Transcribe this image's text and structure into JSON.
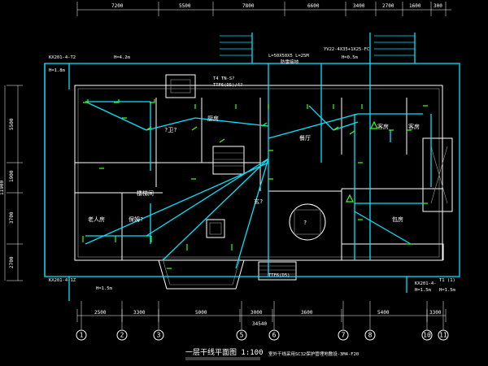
{
  "top_dimensions": [
    "7200",
    "5500",
    "7800",
    "6600",
    "3400",
    "2700",
    "1600",
    "300"
  ],
  "bottom_dimensions": [
    "2500",
    "3300",
    "5000",
    "3000",
    "3600",
    "5400",
    "3300"
  ],
  "bottom_total": "34540",
  "left_dimensions": [
    "5500",
    "1900",
    "3700",
    "2700"
  ],
  "left_total": "11900",
  "grid_axes": [
    "1",
    "2",
    "3",
    "5",
    "6",
    "7",
    "8",
    "10",
    "11"
  ],
  "rooms": {
    "hall_top": "厨房",
    "living": "餐厅",
    "guest1": "客房",
    "guest2": "客房",
    "elder": "老人房",
    "nanny": "保姆?",
    "wc": "?卫?",
    "entry": "玄?",
    "guestroom_right": "包房",
    "center_unknown": "?",
    "stair_label": "楼梯间"
  },
  "annotations": {
    "topleft_line1": "KX201-4-T2",
    "topleft_line2": "H=1.8m",
    "topleft_line3": "H=4.2m",
    "top_mid1": "L=50X50X5 L=25M",
    "top_mid2": "防雷接地",
    "top_right": "YV22-4X35+1X25-FC",
    "top_right2": "H=0.5m",
    "mid_note1": "T4 TN-S?",
    "mid_note2": "TTF6(D5)/4?",
    "bottom_left1": "KX201-4-1Z",
    "bottom_left2": "H=1.5m",
    "bottom_center": "TTF6(D5)",
    "bottom_right1": "KX201-4-",
    "bottom_right2": "H=1.5m",
    "bottom_right3": "T1 (1)",
    "bottom_right4": "H=1.5m"
  },
  "title": "一层干线平面图 1:100",
  "title_note": "室外干线采用SC32保护管埋地敷设-3M4-F20"
}
